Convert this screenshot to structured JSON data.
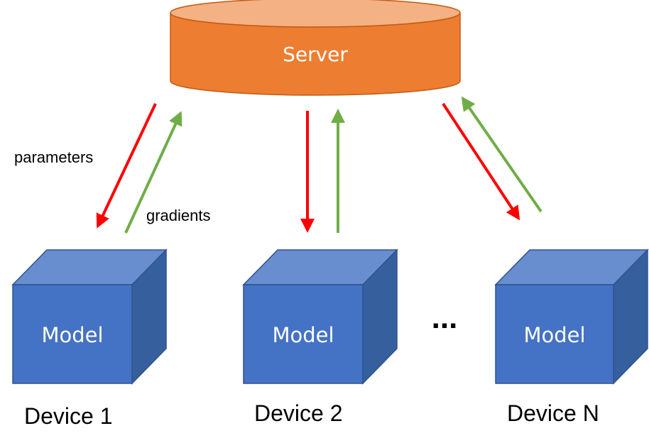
{
  "server": {
    "label": "Server"
  },
  "edge_labels": {
    "down": "parameters",
    "up": "gradients"
  },
  "devices": [
    {
      "model_label": "Model",
      "name": "Device 1"
    },
    {
      "model_label": "Model",
      "name": "Device 2"
    },
    {
      "model_label": "Model",
      "name": "Device N"
    }
  ],
  "ellipsis": "...",
  "colors": {
    "server_fill": "#ED7D31",
    "server_top": "#F4B183",
    "server_stroke": "#C55A11",
    "cube_front": "#4472C4",
    "cube_top": "#698ED0",
    "cube_side": "#365F9E",
    "cube_stroke": "#2F528F",
    "parameters_arrow": "#FF0000",
    "gradients_arrow": "#70AD47"
  }
}
